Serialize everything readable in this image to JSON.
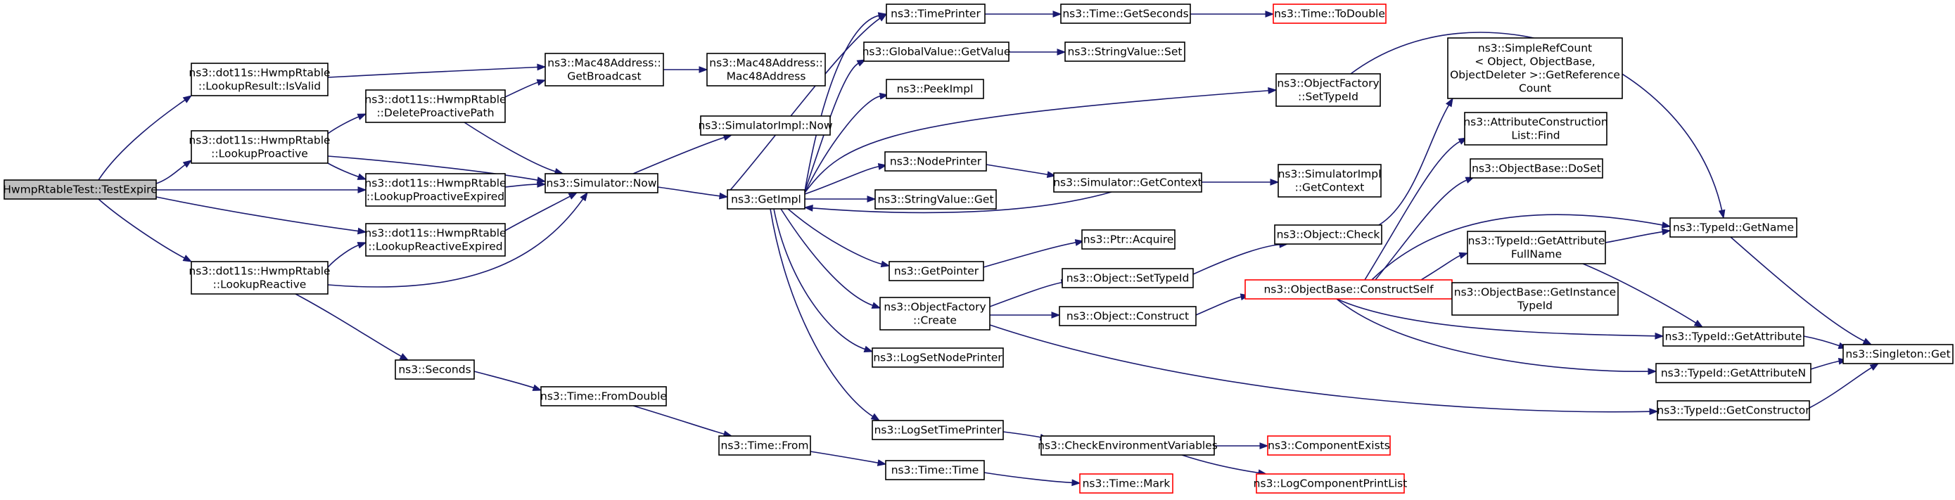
{
  "diagram": {
    "nodes": [
      {
        "id": "root",
        "lines": [
          "HwmpRtableTest::TestExpire"
        ],
        "root": true
      },
      {
        "id": "isvalid",
        "lines": [
          "ns3::dot11s::HwmpRtable",
          "::LookupResult::IsValid"
        ]
      },
      {
        "id": "lookupproactive",
        "lines": [
          "ns3::dot11s::HwmpRtable",
          "::LookupProactive"
        ]
      },
      {
        "id": "lookupreactive",
        "lines": [
          "ns3::dot11s::HwmpRtable",
          "::LookupReactive"
        ]
      },
      {
        "id": "deleteproactive",
        "lines": [
          "ns3::dot11s::HwmpRtable",
          "::DeleteProactivePath"
        ]
      },
      {
        "id": "lpexpired",
        "lines": [
          "ns3::dot11s::HwmpRtable",
          "::LookupProactiveExpired"
        ]
      },
      {
        "id": "lrexpired",
        "lines": [
          "ns3::dot11s::HwmpRtable",
          "::LookupReactiveExpired"
        ]
      },
      {
        "id": "getbroadcast",
        "lines": [
          "ns3::Mac48Address::",
          "GetBroadcast"
        ]
      },
      {
        "id": "mac48",
        "lines": [
          "ns3::Mac48Address::",
          "Mac48Address"
        ]
      },
      {
        "id": "simnow",
        "lines": [
          "ns3::Simulator::Now"
        ]
      },
      {
        "id": "simimplnow",
        "lines": [
          "ns3::SimulatorImpl::Now"
        ]
      },
      {
        "id": "seconds",
        "lines": [
          "ns3::Seconds"
        ]
      },
      {
        "id": "fromdouble",
        "lines": [
          "ns3::Time::FromDouble"
        ]
      },
      {
        "id": "timefrom",
        "lines": [
          "ns3::Time::From"
        ]
      },
      {
        "id": "timetime",
        "lines": [
          "ns3::Time::Time"
        ]
      },
      {
        "id": "timemark",
        "lines": [
          "ns3::Time::Mark"
        ],
        "red": true
      },
      {
        "id": "getimpl",
        "lines": [
          "ns3::GetImpl"
        ]
      },
      {
        "id": "timeprinter",
        "lines": [
          "ns3::TimePrinter"
        ]
      },
      {
        "id": "getseconds",
        "lines": [
          "ns3::Time::GetSeconds"
        ]
      },
      {
        "id": "todouble",
        "lines": [
          "ns3::Time::ToDouble"
        ],
        "red": true
      },
      {
        "id": "gvgetvalue",
        "lines": [
          "ns3::GlobalValue::GetValue"
        ]
      },
      {
        "id": "svset",
        "lines": [
          "ns3::StringValue::Set"
        ]
      },
      {
        "id": "peekimpl",
        "lines": [
          "ns3::PeekImpl"
        ]
      },
      {
        "id": "nodeprinter",
        "lines": [
          "ns3::NodePrinter"
        ]
      },
      {
        "id": "svget",
        "lines": [
          "ns3::StringValue::Get"
        ]
      },
      {
        "id": "getcontext",
        "lines": [
          "ns3::Simulator::GetContext"
        ]
      },
      {
        "id": "implgetcontext",
        "lines": [
          "ns3::SimulatorImpl",
          "::GetContext"
        ]
      },
      {
        "id": "getpointer",
        "lines": [
          "ns3::GetPointer"
        ]
      },
      {
        "id": "acquire",
        "lines": [
          "ns3::Ptr::Acquire"
        ]
      },
      {
        "id": "ofcreate",
        "lines": [
          "ns3::ObjectFactory",
          "::Create"
        ]
      },
      {
        "id": "ofsettypeid",
        "lines": [
          "ns3::ObjectFactory",
          "::SetTypeId"
        ]
      },
      {
        "id": "objsettypeid",
        "lines": [
          "ns3::Object::SetTypeId"
        ]
      },
      {
        "id": "objconstruct",
        "lines": [
          "ns3::Object::Construct"
        ]
      },
      {
        "id": "objcheck",
        "lines": [
          "ns3::Object::Check"
        ]
      },
      {
        "id": "logsetnode",
        "lines": [
          "ns3::LogSetNodePrinter"
        ]
      },
      {
        "id": "logsettime",
        "lines": [
          "ns3::LogSetTimePrinter"
        ]
      },
      {
        "id": "checkenv",
        "lines": [
          "ns3::CheckEnvironmentVariables"
        ]
      },
      {
        "id": "compexists",
        "lines": [
          "ns3::ComponentExists"
        ],
        "red": true
      },
      {
        "id": "logcomplist",
        "lines": [
          "ns3::LogComponentPrintList"
        ],
        "red": true
      },
      {
        "id": "constructself",
        "lines": [
          "ns3::ObjectBase::ConstructSelf"
        ],
        "red": true
      },
      {
        "id": "simplerefcount",
        "lines": [
          "ns3::SimpleRefCount",
          "< Object, ObjectBase,",
          "ObjectDeleter >::GetReference",
          "Count"
        ]
      },
      {
        "id": "attrfind",
        "lines": [
          "ns3::AttributeConstruction",
          "List::Find"
        ]
      },
      {
        "id": "doset",
        "lines": [
          "ns3::ObjectBase::DoSet"
        ]
      },
      {
        "id": "getattrfullname",
        "lines": [
          "ns3::TypeId::GetAttribute",
          "FullName"
        ]
      },
      {
        "id": "getinstancetypeid",
        "lines": [
          "ns3::ObjectBase::GetInstance",
          "TypeId"
        ]
      },
      {
        "id": "getname",
        "lines": [
          "ns3::TypeId::GetName"
        ]
      },
      {
        "id": "getattribute",
        "lines": [
          "ns3::TypeId::GetAttribute"
        ]
      },
      {
        "id": "getattributen",
        "lines": [
          "ns3::TypeId::GetAttributeN"
        ]
      },
      {
        "id": "getconstructor",
        "lines": [
          "ns3::TypeId::GetConstructor"
        ]
      },
      {
        "id": "singletonget",
        "lines": [
          "ns3::Singleton::Get"
        ]
      }
    ]
  }
}
